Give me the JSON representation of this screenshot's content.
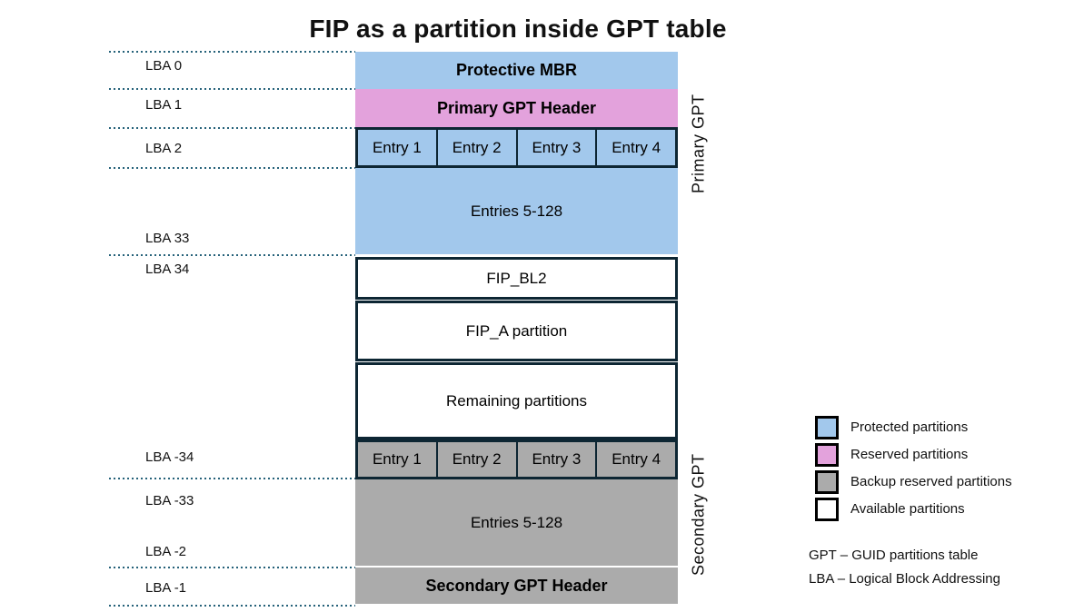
{
  "title": "FIP as a partition inside GPT table",
  "colors": {
    "protected_blue": "#A2C8EC",
    "reserved_pink": "#E3A2DC",
    "backup_gray": "#ABABAB",
    "available_white": "#FFFFFF",
    "block_border": "#0D2633",
    "dotted_line": "#26627A"
  },
  "lba_labels": [
    {
      "text": "LBA 0"
    },
    {
      "text": "LBA 1"
    },
    {
      "text": "LBA 2"
    },
    {
      "text": "LBA 33"
    },
    {
      "text": "LBA 34"
    },
    {
      "text": "LBA -34"
    },
    {
      "text": "LBA -33"
    },
    {
      "text": "LBA -2"
    },
    {
      "text": "LBA -1"
    }
  ],
  "blocks": {
    "protective_mbr": "Protective MBR",
    "primary_gpt_header": "Primary GPT Header",
    "primary_entries": [
      "Entry 1",
      "Entry 2",
      "Entry 3",
      "Entry 4"
    ],
    "primary_entries_rest": "Entries 5-128",
    "fip_bl2": "FIP_BL2",
    "fip_a_partition": "FIP_A partition",
    "remaining_partitions": "Remaining partitions",
    "secondary_entries": [
      "Entry 1",
      "Entry 2",
      "Entry 3",
      "Entry 4"
    ],
    "secondary_entries_rest": "Entries 5-128",
    "secondary_gpt_header": "Secondary GPT Header"
  },
  "side_labels": {
    "primary": "Primary GPT",
    "secondary": "Secondary GPT"
  },
  "legend": {
    "items": [
      {
        "label": "Protected partitions",
        "color": "#A2C8EC"
      },
      {
        "label": "Reserved partitions",
        "color": "#E3A2DC"
      },
      {
        "label": "Backup reserved partitions",
        "color": "#ABABAB"
      },
      {
        "label": "Available partitions",
        "color": "#FFFFFF"
      }
    ]
  },
  "notes": [
    "GPT – GUID partitions table",
    "LBA – Logical Block Addressing"
  ]
}
